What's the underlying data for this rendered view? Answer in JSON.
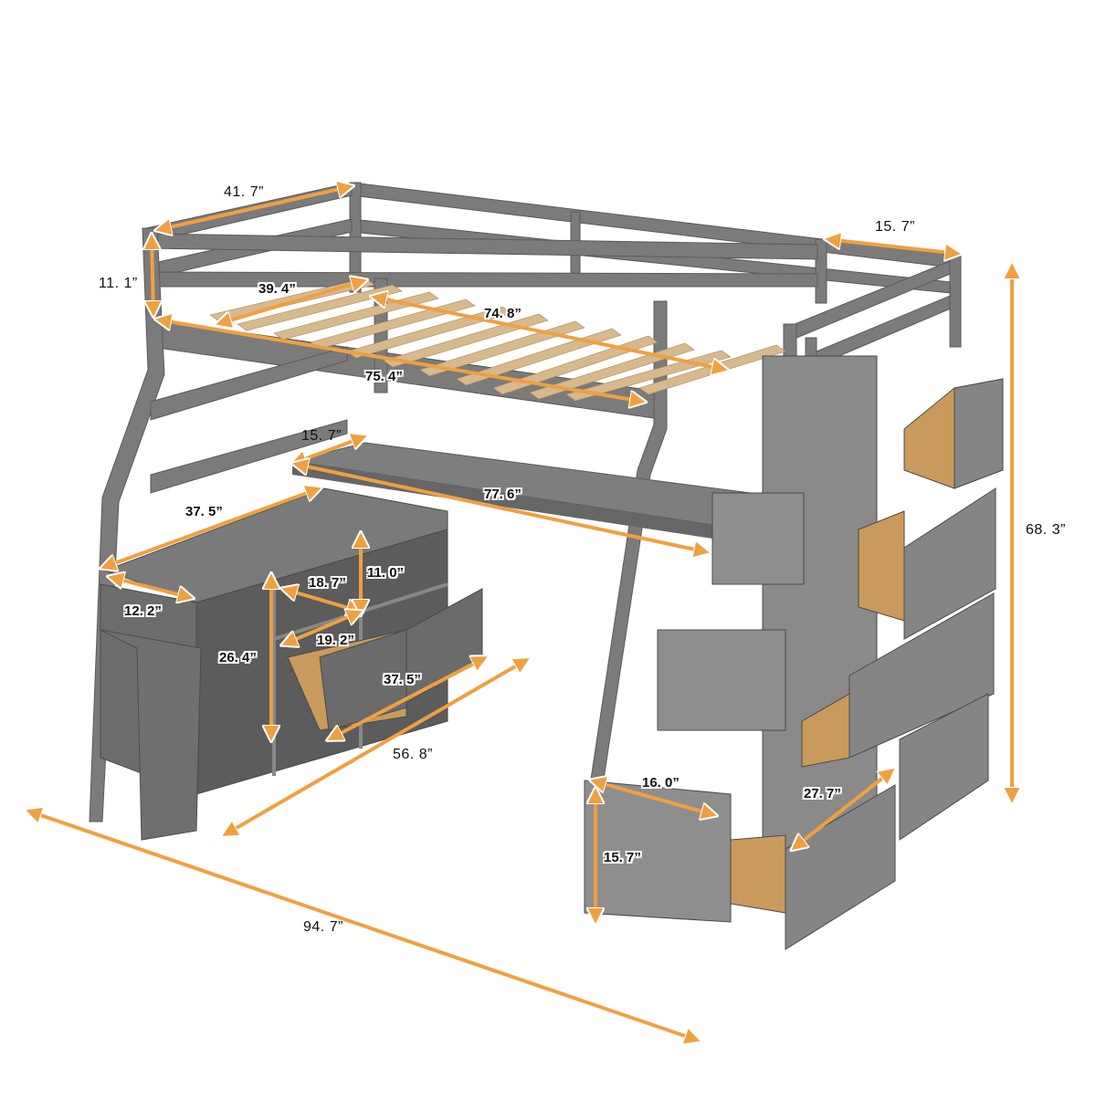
{
  "diagram": {
    "subject": "Loft bed with desk, storage cabinet, and staircase with drawers",
    "colors": {
      "frame": "#7b7b7b",
      "frame_dark": "#5f5f5f",
      "frame_light": "#9a9a9a",
      "slats": "#d7b98e",
      "drawer_wood": "#d2a86b",
      "dimension_arrow": "#f0a040",
      "background": "#ffffff",
      "label_text": "#111111"
    },
    "dimensions": {
      "guardrail_width": "41. 7”",
      "guardrail_height": "11. 1”",
      "mattress_width": "39. 4”",
      "mattress_length": "74. 8”",
      "bed_frame_length": "75. 4”",
      "stair_guardrail_width": "15. 7”",
      "total_height": "68. 3”",
      "desk_depth": "15. 7”",
      "desk_length": "77. 6”",
      "cabinet_top_length": "37. 5”",
      "cabinet_depth": "12. 2”",
      "cubby_width": "18. 7”",
      "cubby_height": "11. 0”",
      "cubby_depth": "19. 2”",
      "cabinet_height": "26. 4”",
      "drawer_span": "37. 5”",
      "overall_width": "56. 8”",
      "overall_length": "94. 7”",
      "stair_step_width": "16. 0”",
      "stair_step_height": "15. 7”",
      "stair_drawer_depth": "27. 7”"
    }
  }
}
